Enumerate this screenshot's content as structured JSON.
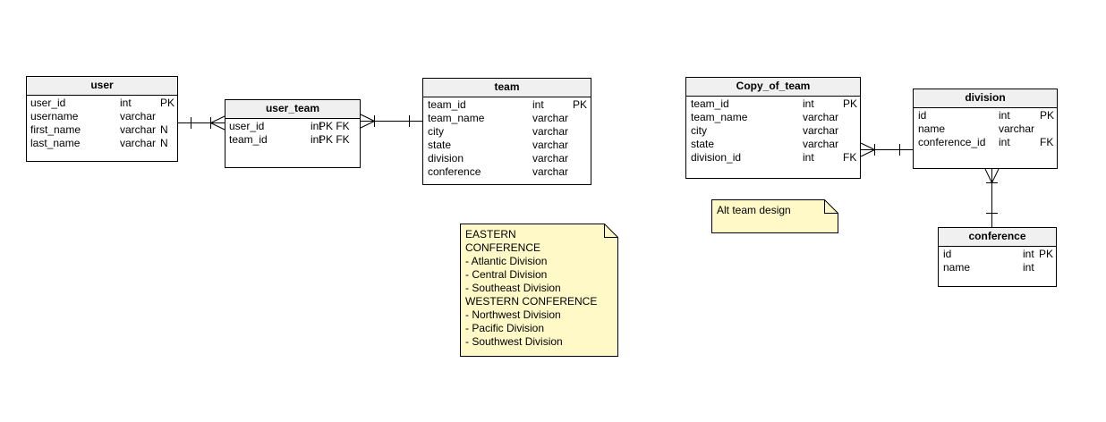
{
  "tables": {
    "user": {
      "title": "user",
      "rows": [
        {
          "name": "user_id",
          "type": "int",
          "key": "PK"
        },
        {
          "name": "username",
          "type": "varchar",
          "key": ""
        },
        {
          "name": "first_name",
          "type": "varchar",
          "key": "N"
        },
        {
          "name": "last_name",
          "type": "varchar",
          "key": "N"
        }
      ]
    },
    "user_team": {
      "title": "user_team",
      "rows": [
        {
          "name": "user_id",
          "type": "int",
          "key": "PK FK"
        },
        {
          "name": "team_id",
          "type": "int",
          "key": "PK FK"
        }
      ]
    },
    "team": {
      "title": "team",
      "rows": [
        {
          "name": "team_id",
          "type": "int",
          "key": "PK"
        },
        {
          "name": "team_name",
          "type": "varchar",
          "key": ""
        },
        {
          "name": "city",
          "type": "varchar",
          "key": ""
        },
        {
          "name": "state",
          "type": "varchar",
          "key": ""
        },
        {
          "name": "division",
          "type": "varchar",
          "key": ""
        },
        {
          "name": "conference",
          "type": "varchar",
          "key": ""
        }
      ]
    },
    "copy_of_team": {
      "title": "Copy_of_team",
      "rows": [
        {
          "name": "team_id",
          "type": "int",
          "key": "PK"
        },
        {
          "name": "team_name",
          "type": "varchar",
          "key": ""
        },
        {
          "name": "city",
          "type": "varchar",
          "key": ""
        },
        {
          "name": "state",
          "type": "varchar",
          "key": ""
        },
        {
          "name": "division_id",
          "type": "int",
          "key": "FK"
        }
      ]
    },
    "division": {
      "title": "division",
      "rows": [
        {
          "name": "id",
          "type": "int",
          "key": "PK"
        },
        {
          "name": "name",
          "type": "varchar",
          "key": ""
        },
        {
          "name": "conference_id",
          "type": "int",
          "key": "FK"
        }
      ]
    },
    "conference": {
      "title": "conference",
      "rows": [
        {
          "name": "id",
          "type": "int",
          "key": "PK"
        },
        {
          "name": "name",
          "type": "int",
          "key": ""
        }
      ]
    }
  },
  "notes": {
    "conferences": {
      "lines": [
        "EASTERN",
        "CONFERENCE",
        "- Atlantic Division",
        "- Central Division",
        "- Southeast Division",
        "WESTERN CONFERENCE",
        "- Northwest Division",
        "- Pacific Division",
        "- Southwest Division"
      ]
    },
    "alt_team": {
      "lines": [
        "Alt team design"
      ]
    }
  },
  "colors": {
    "header_fill": "#f0f0f0",
    "note_fill": "#fff9c8",
    "line": "#000000"
  }
}
